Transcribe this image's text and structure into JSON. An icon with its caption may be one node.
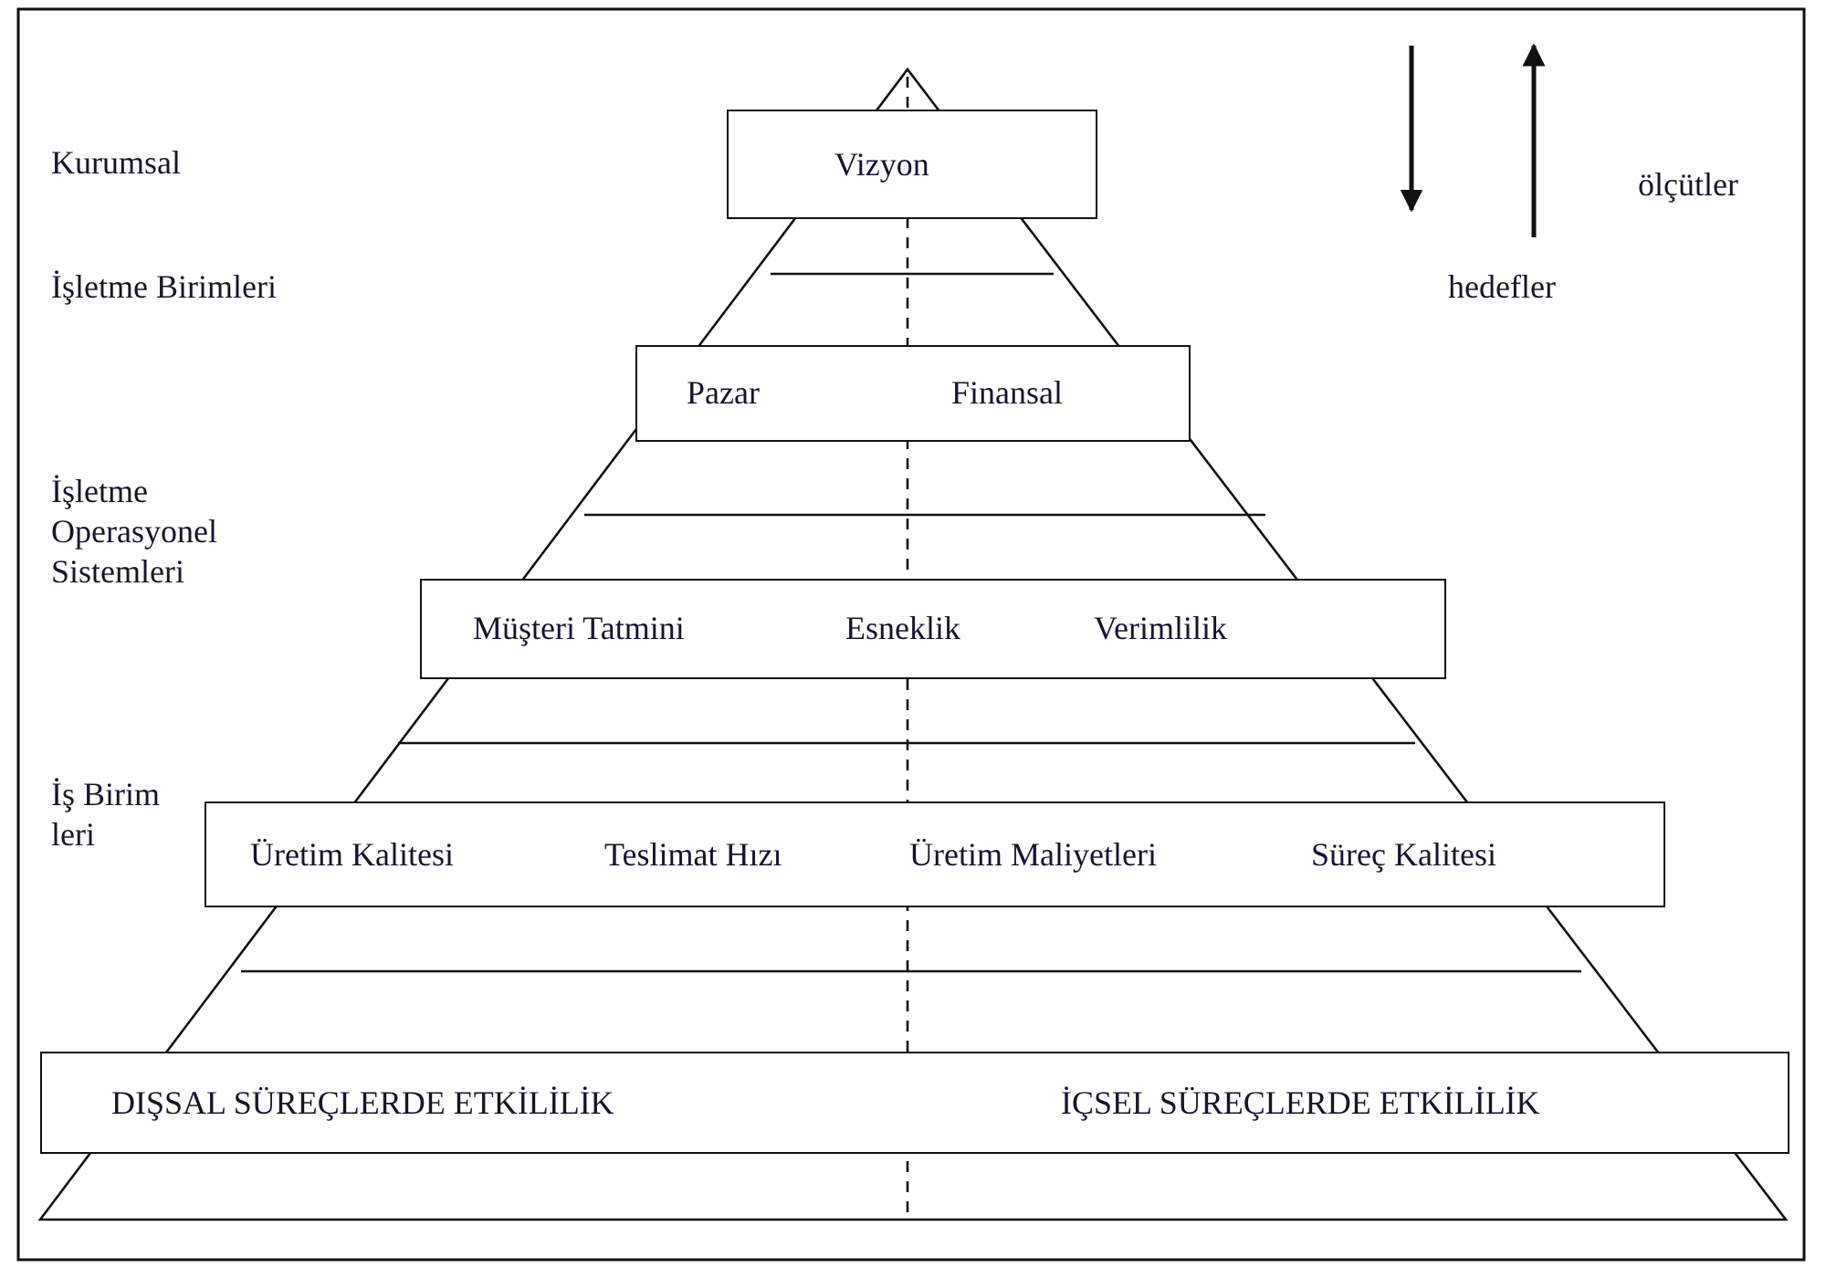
{
  "diagram": {
    "nodes": [
      {
        "text": [
          "Vizyon"
        ]
      },
      {
        "text": [
          "Pazar",
          "Finansal"
        ]
      },
      {
        "text": [
          "Müşteri Tatmini",
          "Esneklik",
          "Verimlilik"
        ]
      },
      {
        "text": [
          "Üretim Kalitesi",
          "Teslimat Hızı",
          "Üretim Maliyetleri",
          "Süreç Kalitesi"
        ]
      },
      {
        "text": [
          "DIŞSAL SÜREÇLERDE ETKİLİLİK",
          "İÇSEL SÜREÇLERDE ETKİLİLİK"
        ]
      }
    ],
    "edges": [],
    "labels": [
      "Kurumsal",
      "hedefler",
      "ölçütler",
      "İşletme Birimleri",
      "İşletme Operasyonel Sistemleri",
      "İş Birim leri"
    ]
  }
}
